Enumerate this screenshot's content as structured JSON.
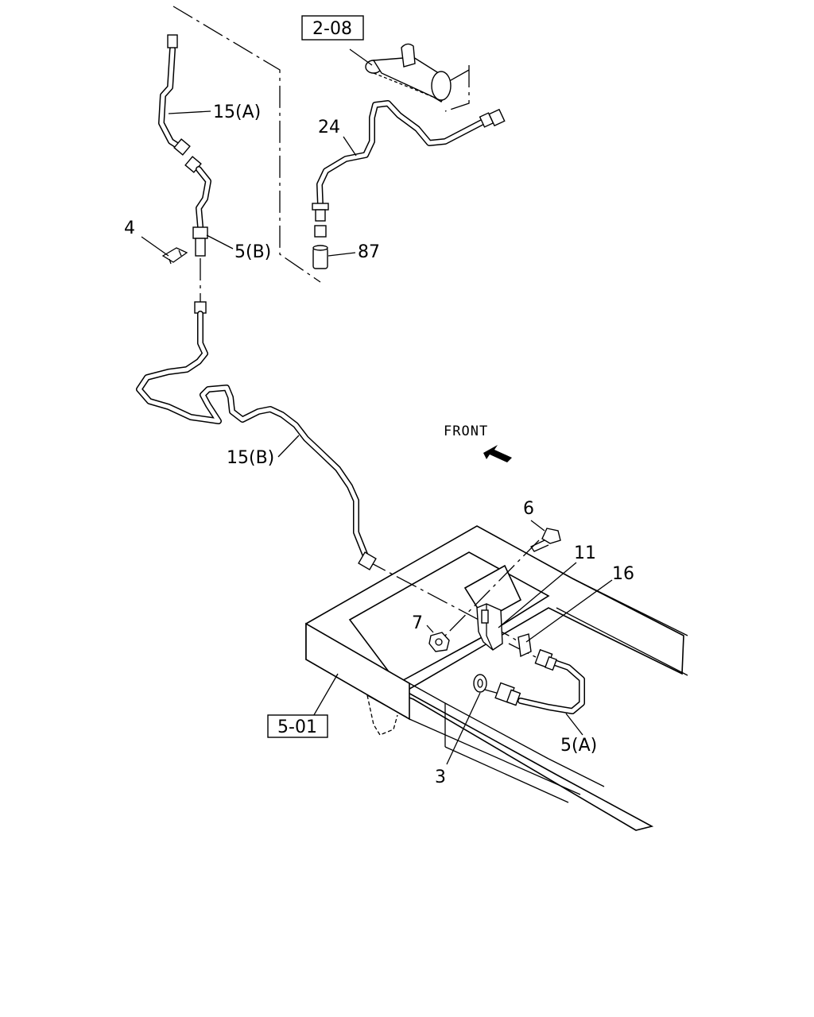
{
  "references": {
    "ref_top": "2-08",
    "ref_bottom": "5-01"
  },
  "direction_label": "FRONT",
  "callouts": {
    "c_15a": "15(A)",
    "c_24": "24",
    "c_4": "4",
    "c_5b": "5(B)",
    "c_87": "87",
    "c_15b": "15(B)",
    "c_6": "6",
    "c_11": "11",
    "c_16": "16",
    "c_7": "7",
    "c_5a": "5(A)",
    "c_3": "3"
  }
}
